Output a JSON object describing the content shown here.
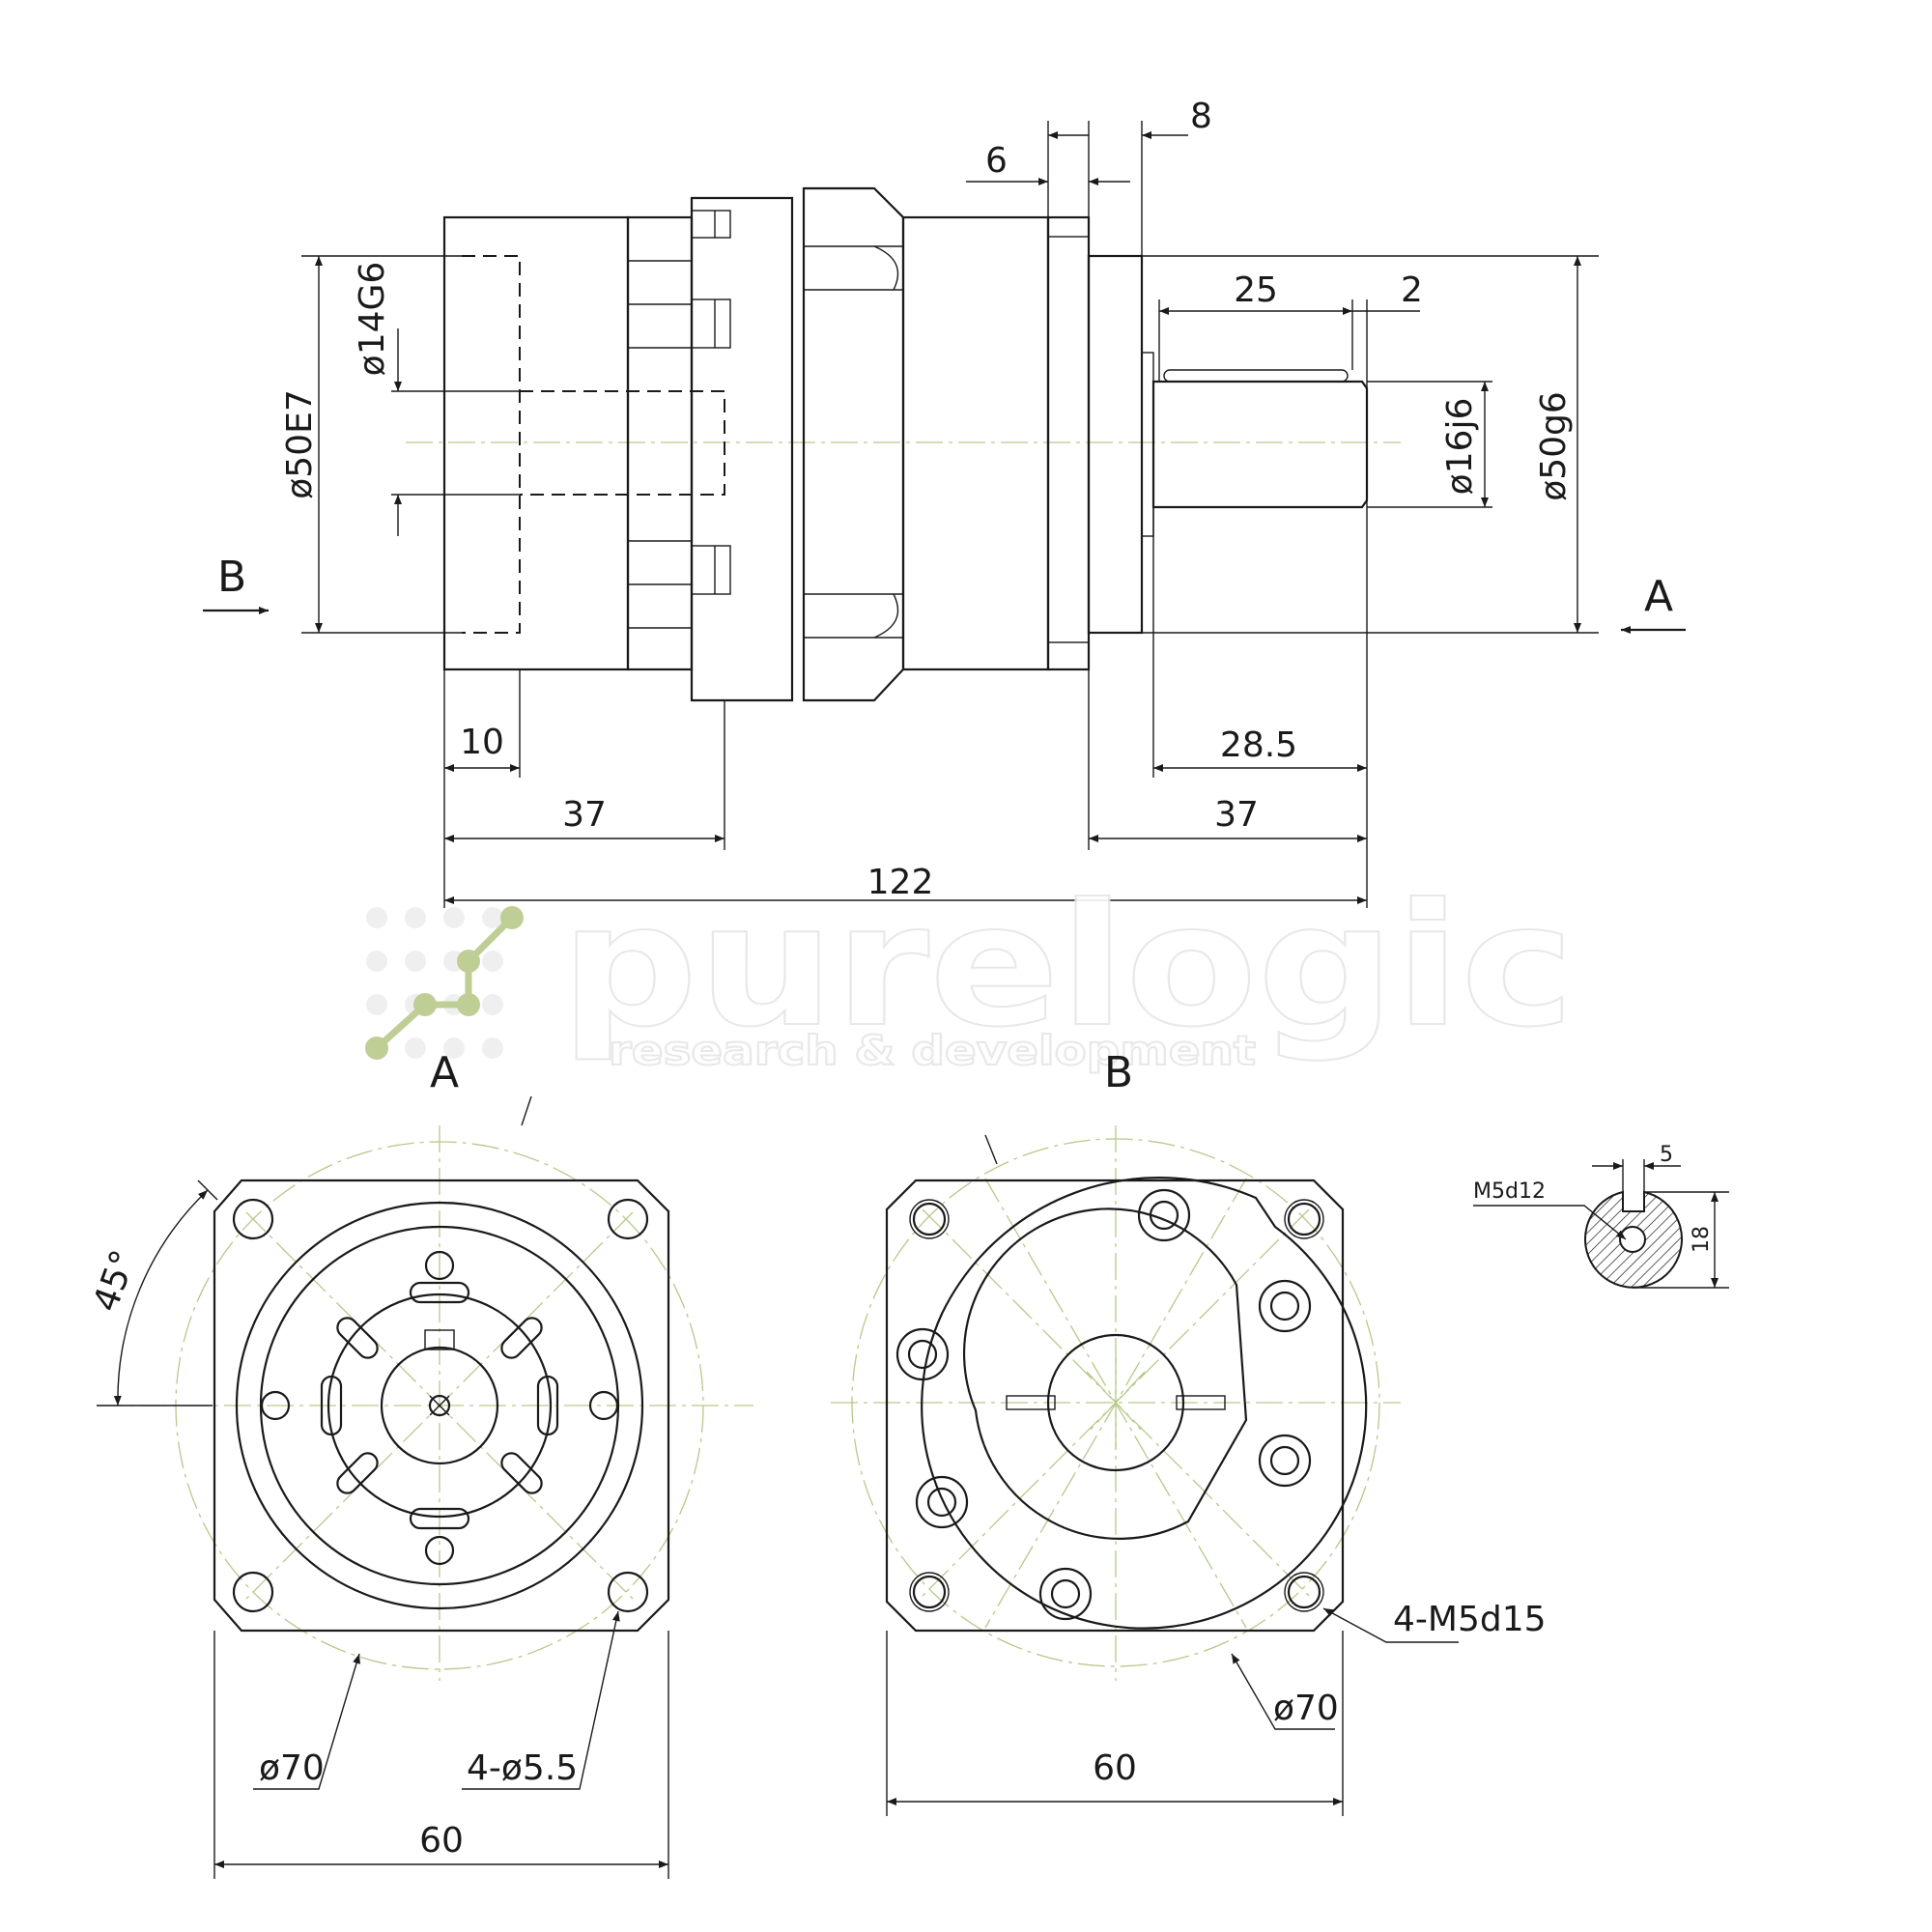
{
  "dims": {
    "d50E7": "ø50E7",
    "d14G6": "ø14G6",
    "d16j6": "ø16j6",
    "d50g6": "ø50g6",
    "six": "6",
    "eight": "8",
    "twentyfive": "25",
    "two": "2",
    "ten": "10",
    "thirtyseven_left": "37",
    "thirtyseven_right": "37",
    "twentyeight5": "28.5",
    "total": "122",
    "a_70": "ø70",
    "a_holes": "4-ø5.5",
    "a_60": "60",
    "angle": "45°",
    "b_70": "ø70",
    "b_holes": "4-M5d15",
    "b_60": "60",
    "key_thread": "M5d12",
    "key_5": "5",
    "key_18": "18"
  },
  "labels": {
    "view_a_arrow": "A",
    "view_b_arrow": "B",
    "view_a_title": "A",
    "view_b_title": "B"
  },
  "watermark": {
    "brand": "purelogic",
    "tagline": "research & development",
    "accent_color": "#b7c98a"
  }
}
